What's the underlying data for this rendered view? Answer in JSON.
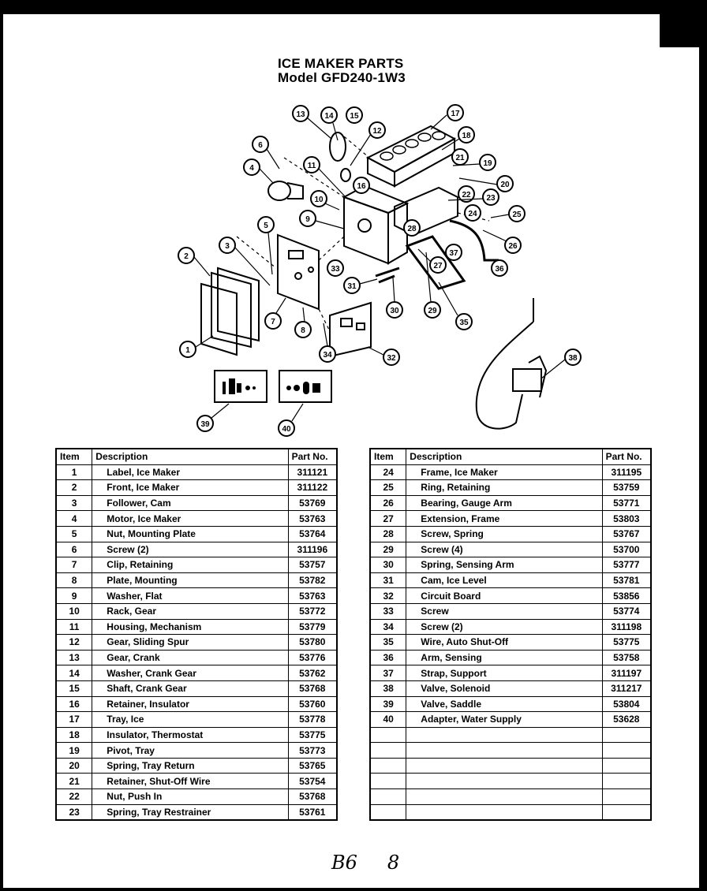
{
  "title": {
    "line1": "ICE MAKER PARTS",
    "line2": "Model GFD240-1W3"
  },
  "callouts": [
    "1",
    "2",
    "3",
    "4",
    "5",
    "6",
    "7",
    "8",
    "9",
    "10",
    "11",
    "12",
    "13",
    "14",
    "15",
    "16",
    "17",
    "18",
    "19",
    "20",
    "21",
    "22",
    "23",
    "24",
    "25",
    "26",
    "27",
    "28",
    "29",
    "30",
    "31",
    "32",
    "33",
    "34",
    "35",
    "36",
    "37",
    "38",
    "39",
    "40"
  ],
  "table": {
    "headers": {
      "item": "Item",
      "description": "Description",
      "part": "Part No."
    },
    "left_rows": [
      {
        "item": "1",
        "desc": "Label, Ice Maker",
        "part": "311121"
      },
      {
        "item": "2",
        "desc": "Front, Ice Maker",
        "part": "311122"
      },
      {
        "item": "3",
        "desc": "Follower, Cam",
        "part": "53769"
      },
      {
        "item": "4",
        "desc": "Motor, Ice Maker",
        "part": "53763"
      },
      {
        "item": "5",
        "desc": "Nut, Mounting Plate",
        "part": "53764"
      },
      {
        "item": "6",
        "desc": "Screw (2)",
        "part": "311196"
      },
      {
        "item": "7",
        "desc": "Clip, Retaining",
        "part": "53757"
      },
      {
        "item": "8",
        "desc": "Plate, Mounting",
        "part": "53782"
      },
      {
        "item": "9",
        "desc": "Washer, Flat",
        "part": "53763"
      },
      {
        "item": "10",
        "desc": "Rack, Gear",
        "part": "53772"
      },
      {
        "item": "11",
        "desc": "Housing, Mechanism",
        "part": "53779"
      },
      {
        "item": "12",
        "desc": "Gear, Sliding Spur",
        "part": "53780"
      },
      {
        "item": "13",
        "desc": "Gear, Crank",
        "part": "53776"
      },
      {
        "item": "14",
        "desc": "Washer, Crank Gear",
        "part": "53762"
      },
      {
        "item": "15",
        "desc": "Shaft, Crank Gear",
        "part": "53768"
      },
      {
        "item": "16",
        "desc": "Retainer, Insulator",
        "part": "53760"
      },
      {
        "item": "17",
        "desc": "Tray, Ice",
        "part": "53778"
      },
      {
        "item": "18",
        "desc": "Insulator, Thermostat",
        "part": "53775"
      },
      {
        "item": "19",
        "desc": "Pivot, Tray",
        "part": "53773"
      },
      {
        "item": "20",
        "desc": "Spring, Tray Return",
        "part": "53765"
      },
      {
        "item": "21",
        "desc": "Retainer, Shut-Off Wire",
        "part": "53754"
      },
      {
        "item": "22",
        "desc": "Nut, Push In",
        "part": "53768"
      },
      {
        "item": "23",
        "desc": "Spring, Tray Restrainer",
        "part": "53761"
      }
    ],
    "right_rows": [
      {
        "item": "24",
        "desc": "Frame, Ice Maker",
        "part": "311195"
      },
      {
        "item": "25",
        "desc": "Ring, Retaining",
        "part": "53759"
      },
      {
        "item": "26",
        "desc": "Bearing, Gauge Arm",
        "part": "53771"
      },
      {
        "item": "27",
        "desc": "Extension, Frame",
        "part": "53803"
      },
      {
        "item": "28",
        "desc": "Screw, Spring",
        "part": "53767"
      },
      {
        "item": "29",
        "desc": "Screw (4)",
        "part": "53700"
      },
      {
        "item": "30",
        "desc": "Spring, Sensing Arm",
        "part": "53777"
      },
      {
        "item": "31",
        "desc": "Cam, Ice Level",
        "part": "53781"
      },
      {
        "item": "32",
        "desc": "Circuit Board",
        "part": "53856"
      },
      {
        "item": "33",
        "desc": "Screw",
        "part": "53774"
      },
      {
        "item": "34",
        "desc": "Screw (2)",
        "part": "311198"
      },
      {
        "item": "35",
        "desc": "Wire, Auto Shut-Off",
        "part": "53775"
      },
      {
        "item": "36",
        "desc": "Arm, Sensing",
        "part": "53758"
      },
      {
        "item": "37",
        "desc": "Strap, Support",
        "part": "311197"
      },
      {
        "item": "38",
        "desc": "Valve, Solenoid",
        "part": "311217"
      },
      {
        "item": "39",
        "desc": "Valve, Saddle",
        "part": "53804"
      },
      {
        "item": "40",
        "desc": "Adapter, Water Supply",
        "part": "53628"
      },
      {
        "item": "",
        "desc": "",
        "part": ""
      },
      {
        "item": "",
        "desc": "",
        "part": ""
      },
      {
        "item": "",
        "desc": "",
        "part": ""
      },
      {
        "item": "",
        "desc": "",
        "part": ""
      },
      {
        "item": "",
        "desc": "",
        "part": ""
      },
      {
        "item": "",
        "desc": "",
        "part": ""
      }
    ]
  },
  "handwriting": {
    "code": "B6",
    "page": "8"
  }
}
